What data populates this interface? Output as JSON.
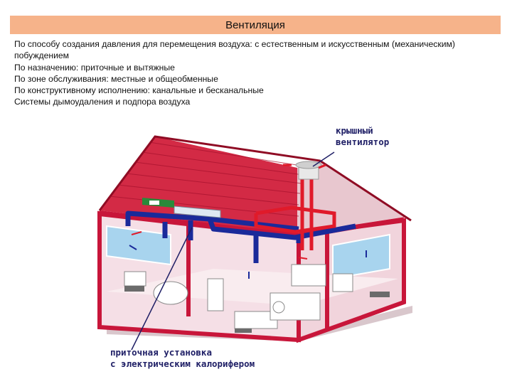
{
  "header": {
    "title": "Вентиляция"
  },
  "bullets": [
    "По способу создания давления для перемещения воздуха: с естественным и искусственным (механическим) побуждением",
    "По назначению: приточные и вытяжные",
    "По зоне обслуживания: местные и общеобменные",
    "По конструктивному исполнению: канальные и бесканальные",
    "Системы дымоудаления и подпора воздуха"
  ],
  "diagram": {
    "labels": {
      "roof_fan_line1": "крышный",
      "roof_fan_line2": "вентилятор",
      "supply_unit_line1": "приточная установка",
      "supply_unit_line2": "с электрическим калорифером"
    },
    "colors": {
      "house_frame": "#c8163a",
      "roof": "#d32a45",
      "exhaust_duct": "#e01a2a",
      "supply_duct": "#1a2a9a",
      "heater_unit": "#2a8a3a",
      "window": "#a8d4ee",
      "walls": "#f5dfe6"
    }
  }
}
